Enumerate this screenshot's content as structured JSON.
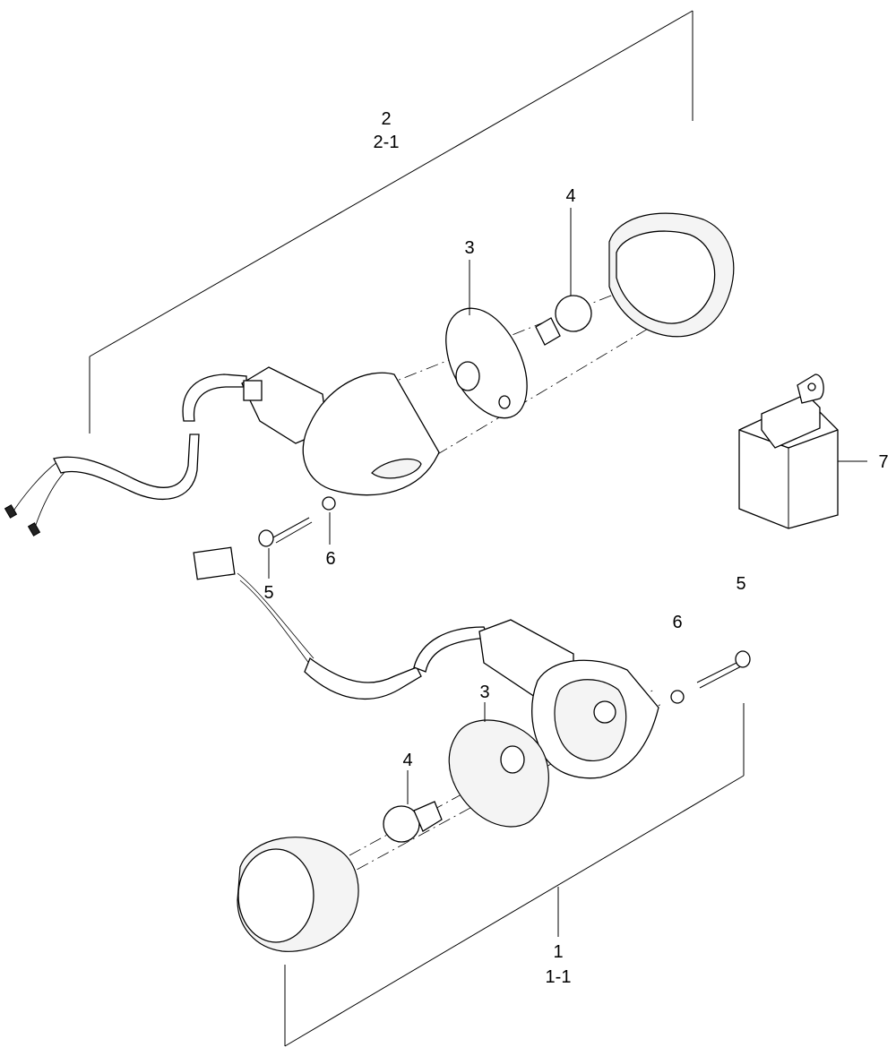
{
  "diagram": {
    "callouts": [
      {
        "id": "c2",
        "text": "2"
      },
      {
        "id": "c2-1",
        "text": "2-1"
      },
      {
        "id": "c3-top",
        "text": "3"
      },
      {
        "id": "c4-top",
        "text": "4"
      },
      {
        "id": "c7",
        "text": "7"
      },
      {
        "id": "c6-left",
        "text": "6"
      },
      {
        "id": "c5-left",
        "text": "5"
      },
      {
        "id": "c5-right",
        "text": "5"
      },
      {
        "id": "c6-right",
        "text": "6"
      },
      {
        "id": "c3-bottom",
        "text": "3"
      },
      {
        "id": "c4-bottom",
        "text": "4"
      },
      {
        "id": "c1",
        "text": "1"
      },
      {
        "id": "c1-1",
        "text": "1-1"
      }
    ]
  }
}
